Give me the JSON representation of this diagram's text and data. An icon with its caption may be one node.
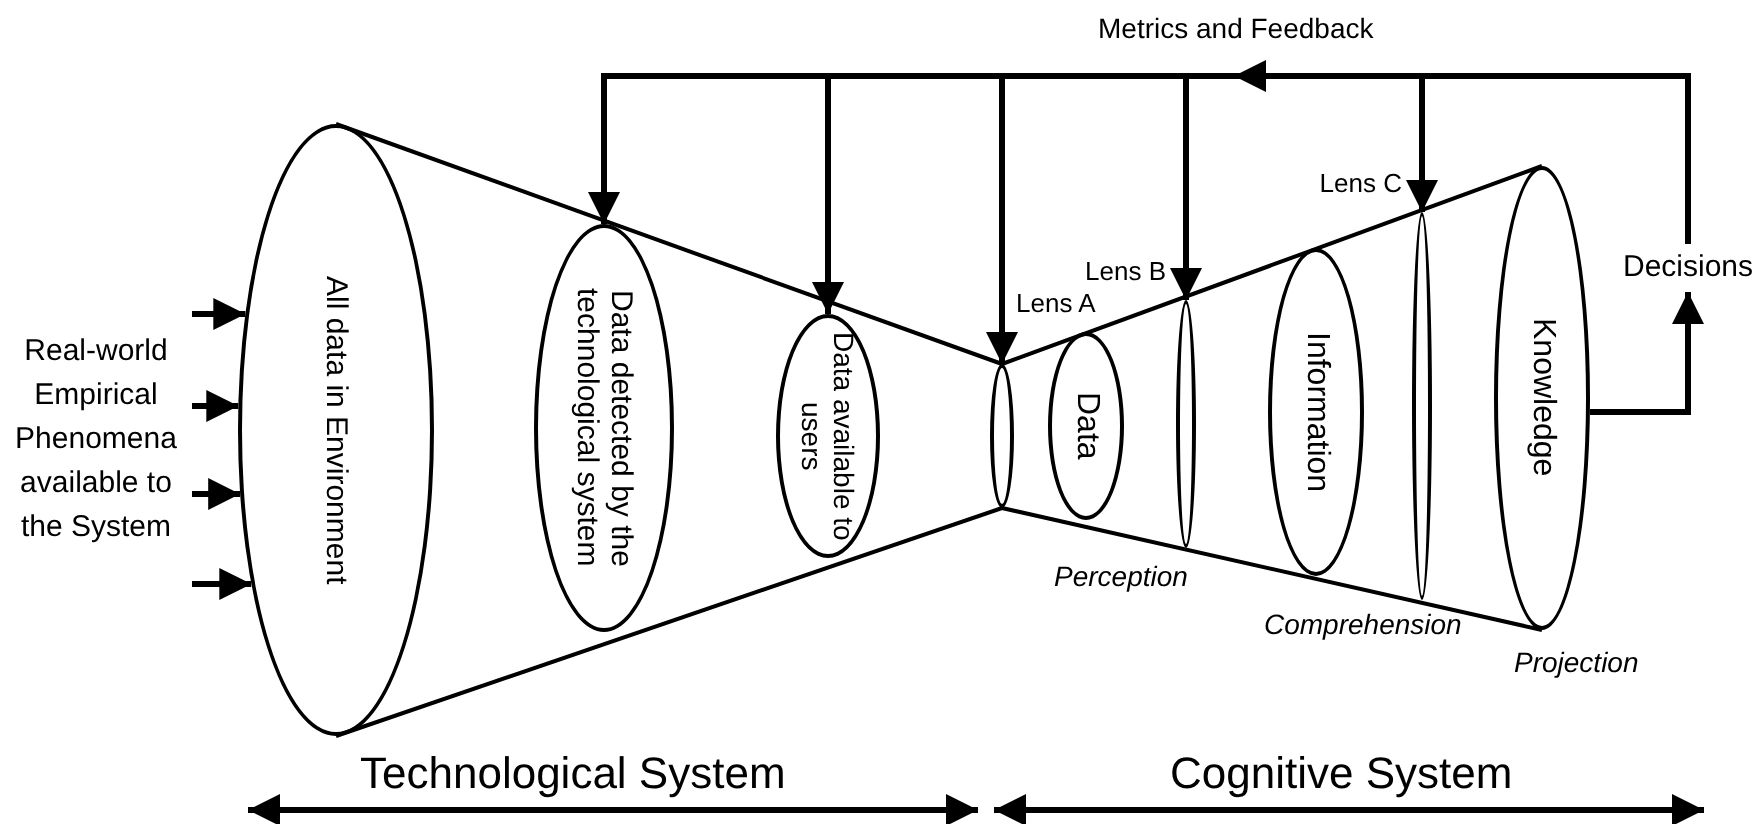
{
  "diagram": {
    "nodes": [
      {
        "text": [
          "Real-world Empirical Phenomena available to the System"
        ]
      },
      {
        "text": [
          "All data in Environment"
        ]
      },
      {
        "text": [
          "Data detected by the technological system"
        ]
      },
      {
        "text": [
          "Data available to users"
        ]
      },
      {
        "text": [],
        "shape": "ellipse"
      },
      {
        "text": [
          "Data"
        ]
      },
      {
        "text": [],
        "shape": "ellipse",
        "beside": [
          "Lens B"
        ]
      },
      {
        "text": [
          "Information"
        ]
      },
      {
        "text": [],
        "shape": "ellipse",
        "beside": [
          "Lens C"
        ]
      },
      {
        "text": [
          "Knowledge"
        ]
      },
      {
        "text": [
          "Decisions"
        ]
      }
    ],
    "edges": [
      {
        "from": 0,
        "to": 1,
        "arrow": "to"
      },
      {
        "from": 0,
        "to": 1,
        "arrow": "to"
      },
      {
        "from": 0,
        "to": 1,
        "arrow": "to"
      },
      {
        "from": 0,
        "to": 1,
        "arrow": "to"
      },
      {
        "from": 10,
        "to": 2,
        "arrow": "to",
        "label": "Metrics and Feedback"
      },
      {
        "from": 10,
        "to": 3,
        "arrow": "to"
      },
      {
        "from": 10,
        "to": 4,
        "arrow": "to"
      },
      {
        "from": 10,
        "to": 6,
        "arrow": "to"
      },
      {
        "from": 10,
        "to": 8,
        "arrow": "to"
      },
      {
        "from": 9,
        "to": 10,
        "arrow": "to"
      }
    ],
    "labels": [
      "Lens A",
      "Perception",
      "Comprehension",
      "Projection",
      "Technological System",
      "Cognitive System"
    ]
  }
}
